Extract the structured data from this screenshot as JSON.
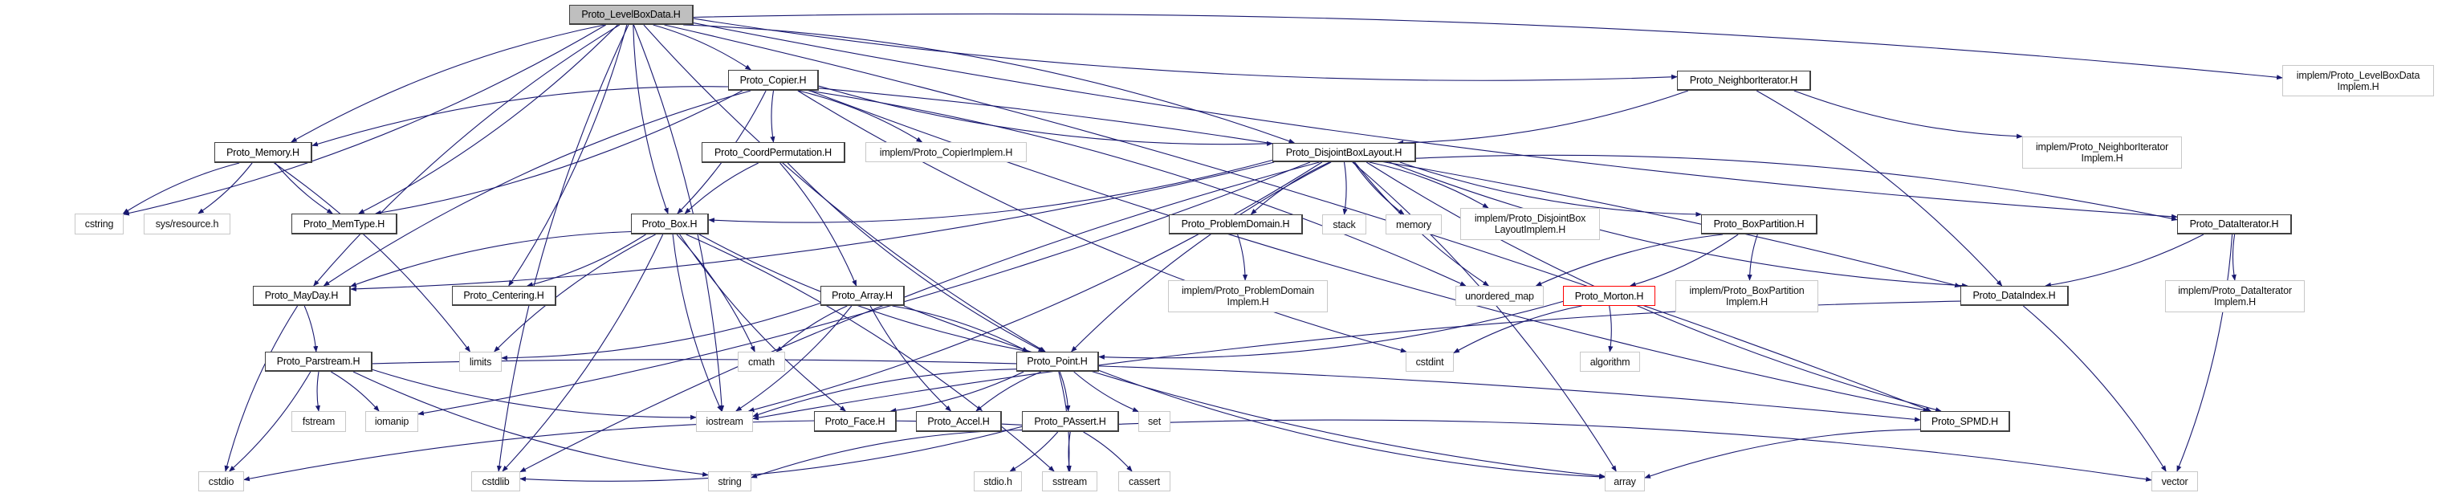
{
  "diagram": {
    "title": "Proto_LevelBoxData.H include dependency graph",
    "edge_color": "#191970",
    "root_fill": "#bfbfbf",
    "truncated_border": "#ff0000",
    "nodes": [
      {
        "id": "levelboxdata",
        "label": "Proto_LevelBoxData.H",
        "kind": "root"
      },
      {
        "id": "copier",
        "label": "Proto_Copier.H",
        "kind": "project"
      },
      {
        "id": "neighboriterator",
        "label": "Proto_NeighborIterator.H",
        "kind": "project"
      },
      {
        "id": "levelboxdataimplem",
        "label": "implem/Proto_LevelBoxData\nImplem.H",
        "kind": "system"
      },
      {
        "id": "memory_h",
        "label": "Proto_Memory.H",
        "kind": "project"
      },
      {
        "id": "coordpermutation",
        "label": "Proto_CoordPermutation.H",
        "kind": "project"
      },
      {
        "id": "copierimplem",
        "label": "implem/Proto_CopierImplem.H",
        "kind": "system"
      },
      {
        "id": "disjointboxlayout",
        "label": "Proto_DisjointBoxLayout.H",
        "kind": "project"
      },
      {
        "id": "neighboriteratorimplem",
        "label": "implem/Proto_NeighborIterator\nImplem.H",
        "kind": "system"
      },
      {
        "id": "dataiterator",
        "label": "Proto_DataIterator.H",
        "kind": "project"
      },
      {
        "id": "cstring",
        "label": "cstring",
        "kind": "system"
      },
      {
        "id": "sysresource",
        "label": "sys/resource.h",
        "kind": "system"
      },
      {
        "id": "memtype",
        "label": "Proto_MemType.H",
        "kind": "project"
      },
      {
        "id": "box",
        "label": "Proto_Box.H",
        "kind": "project"
      },
      {
        "id": "problemdomain",
        "label": "Proto_ProblemDomain.H",
        "kind": "project"
      },
      {
        "id": "stack",
        "label": "stack",
        "kind": "system"
      },
      {
        "id": "memory",
        "label": "memory",
        "kind": "system"
      },
      {
        "id": "disjointboxlayoutimplem",
        "label": "implem/Proto_DisjointBox\nLayoutImplem.H",
        "kind": "system"
      },
      {
        "id": "boxpartition",
        "label": "Proto_BoxPartition.H",
        "kind": "project"
      },
      {
        "id": "mayday",
        "label": "Proto_MayDay.H",
        "kind": "project"
      },
      {
        "id": "centering",
        "label": "Proto_Centering.H",
        "kind": "project"
      },
      {
        "id": "array_h",
        "label": "Proto_Array.H",
        "kind": "project"
      },
      {
        "id": "problemdomainimplem",
        "label": "implem/Proto_ProblemDomain\nImplem.H",
        "kind": "system"
      },
      {
        "id": "unordered_map",
        "label": "unordered_map",
        "kind": "system"
      },
      {
        "id": "morton",
        "label": "Proto_Morton.H",
        "kind": "truncated"
      },
      {
        "id": "boxpartitionimplem",
        "label": "implem/Proto_BoxPartition\nImplem.H",
        "kind": "system"
      },
      {
        "id": "dataindex",
        "label": "Proto_DataIndex.H",
        "kind": "project"
      },
      {
        "id": "dataiteratorimplem",
        "label": "implem/Proto_DataIterator\nImplem.H",
        "kind": "system"
      },
      {
        "id": "parstream",
        "label": "Proto_Parstream.H",
        "kind": "project"
      },
      {
        "id": "limits",
        "label": "limits",
        "kind": "system"
      },
      {
        "id": "cmath",
        "label": "cmath",
        "kind": "system"
      },
      {
        "id": "point",
        "label": "Proto_Point.H",
        "kind": "project"
      },
      {
        "id": "cstdint",
        "label": "cstdint",
        "kind": "system"
      },
      {
        "id": "algorithm",
        "label": "algorithm",
        "kind": "system"
      },
      {
        "id": "fstream",
        "label": "fstream",
        "kind": "system"
      },
      {
        "id": "iomanip",
        "label": "iomanip",
        "kind": "system"
      },
      {
        "id": "iostream",
        "label": "iostream",
        "kind": "system"
      },
      {
        "id": "face",
        "label": "Proto_Face.H",
        "kind": "project"
      },
      {
        "id": "accel",
        "label": "Proto_Accel.H",
        "kind": "project"
      },
      {
        "id": "passert",
        "label": "Proto_PAssert.H",
        "kind": "project"
      },
      {
        "id": "set",
        "label": "set",
        "kind": "system"
      },
      {
        "id": "spmd",
        "label": "Proto_SPMD.H",
        "kind": "project"
      },
      {
        "id": "cstdio",
        "label": "cstdio",
        "kind": "system"
      },
      {
        "id": "cstdlib",
        "label": "cstdlib",
        "kind": "system"
      },
      {
        "id": "string",
        "label": "string",
        "kind": "system"
      },
      {
        "id": "stdio_h",
        "label": "stdio.h",
        "kind": "system"
      },
      {
        "id": "sstream",
        "label": "sstream",
        "kind": "system"
      },
      {
        "id": "cassert",
        "label": "cassert",
        "kind": "system"
      },
      {
        "id": "array",
        "label": "array",
        "kind": "system"
      },
      {
        "id": "vector",
        "label": "vector",
        "kind": "system"
      }
    ],
    "edges": [
      [
        "levelboxdata",
        "copier"
      ],
      [
        "levelboxdata",
        "neighboriterator"
      ],
      [
        "levelboxdata",
        "levelboxdataimplem"
      ],
      [
        "levelboxdata",
        "memory_h"
      ],
      [
        "levelboxdata",
        "memtype"
      ],
      [
        "levelboxdata",
        "box"
      ],
      [
        "levelboxdata",
        "disjointboxlayout"
      ],
      [
        "levelboxdata",
        "dataiterator"
      ],
      [
        "levelboxdata",
        "cstring"
      ],
      [
        "levelboxdata",
        "mayday"
      ],
      [
        "levelboxdata",
        "centering"
      ],
      [
        "levelboxdata",
        "point"
      ],
      [
        "levelboxdata",
        "iostream"
      ],
      [
        "levelboxdata",
        "cstdlib"
      ],
      [
        "levelboxdata",
        "spmd"
      ],
      [
        "copier",
        "memory_h"
      ],
      [
        "copier",
        "memtype"
      ],
      [
        "copier",
        "coordpermutation"
      ],
      [
        "copier",
        "copierimplem"
      ],
      [
        "copier",
        "disjointboxlayout"
      ],
      [
        "copier",
        "box"
      ],
      [
        "copier",
        "mayday"
      ],
      [
        "copier",
        "dataindex"
      ],
      [
        "copier",
        "cstdint"
      ],
      [
        "copier",
        "unordered_map"
      ],
      [
        "copier",
        "spmd"
      ],
      [
        "neighboriterator",
        "disjointboxlayout"
      ],
      [
        "neighboriterator",
        "neighboriteratorimplem"
      ],
      [
        "neighboriterator",
        "dataindex"
      ],
      [
        "memory_h",
        "cstring"
      ],
      [
        "memory_h",
        "sysresource"
      ],
      [
        "memory_h",
        "memtype"
      ],
      [
        "memory_h",
        "limits"
      ],
      [
        "coordpermutation",
        "box"
      ],
      [
        "coordpermutation",
        "array_h"
      ],
      [
        "coordpermutation",
        "point"
      ],
      [
        "disjointboxlayout",
        "box"
      ],
      [
        "disjointboxlayout",
        "problemdomain"
      ],
      [
        "disjointboxlayout",
        "stack"
      ],
      [
        "disjointboxlayout",
        "memory"
      ],
      [
        "disjointboxlayout",
        "disjointboxlayoutimplem"
      ],
      [
        "disjointboxlayout",
        "boxpartition"
      ],
      [
        "disjointboxlayout",
        "dataiterator"
      ],
      [
        "disjointboxlayout",
        "unordered_map"
      ],
      [
        "disjointboxlayout",
        "mayday"
      ],
      [
        "disjointboxlayout",
        "point"
      ],
      [
        "disjointboxlayout",
        "iostream"
      ],
      [
        "disjointboxlayout",
        "cstdlib"
      ],
      [
        "disjointboxlayout",
        "iomanip"
      ],
      [
        "disjointboxlayout",
        "spmd"
      ],
      [
        "disjointboxlayout",
        "array"
      ],
      [
        "disjointboxlayout",
        "dataindex"
      ],
      [
        "dataiterator",
        "dataindex"
      ],
      [
        "dataiterator",
        "dataiteratorimplem"
      ],
      [
        "dataiterator",
        "vector"
      ],
      [
        "box",
        "mayday"
      ],
      [
        "box",
        "centering"
      ],
      [
        "box",
        "point"
      ],
      [
        "box",
        "cmath"
      ],
      [
        "box",
        "iostream"
      ],
      [
        "box",
        "cstdlib"
      ],
      [
        "box",
        "face"
      ],
      [
        "box",
        "sstream"
      ],
      [
        "box",
        "limits"
      ],
      [
        "problemdomain",
        "problemdomainimplem"
      ],
      [
        "boxpartition",
        "unordered_map"
      ],
      [
        "boxpartition",
        "morton"
      ],
      [
        "boxpartition",
        "boxpartitionimplem"
      ],
      [
        "mayday",
        "parstream"
      ],
      [
        "mayday",
        "cstdio"
      ],
      [
        "array_h",
        "point"
      ],
      [
        "array_h",
        "cmath"
      ],
      [
        "array_h",
        "iostream"
      ],
      [
        "array_h",
        "accel"
      ],
      [
        "array_h",
        "limits"
      ],
      [
        "array_h",
        "array"
      ],
      [
        "morton",
        "point"
      ],
      [
        "morton",
        "cstdint"
      ],
      [
        "morton",
        "algorithm"
      ],
      [
        "dataindex",
        "iostream"
      ],
      [
        "dataindex",
        "vector"
      ],
      [
        "parstream",
        "fstream"
      ],
      [
        "parstream",
        "iomanip"
      ],
      [
        "parstream",
        "iostream"
      ],
      [
        "parstream",
        "cstdio"
      ],
      [
        "parstream",
        "string"
      ],
      [
        "parstream",
        "spmd"
      ],
      [
        "point",
        "iostream"
      ],
      [
        "point",
        "face"
      ],
      [
        "point",
        "accel"
      ],
      [
        "point",
        "passert"
      ],
      [
        "point",
        "set"
      ],
      [
        "point",
        "sstream"
      ],
      [
        "point",
        "array"
      ],
      [
        "passert",
        "stdio_h"
      ],
      [
        "passert",
        "sstream"
      ],
      [
        "passert",
        "cassert"
      ],
      [
        "passert",
        "cstdio"
      ],
      [
        "passert",
        "cstdlib"
      ],
      [
        "passert",
        "string"
      ],
      [
        "passert",
        "vector"
      ],
      [
        "spmd",
        "array"
      ]
    ]
  }
}
